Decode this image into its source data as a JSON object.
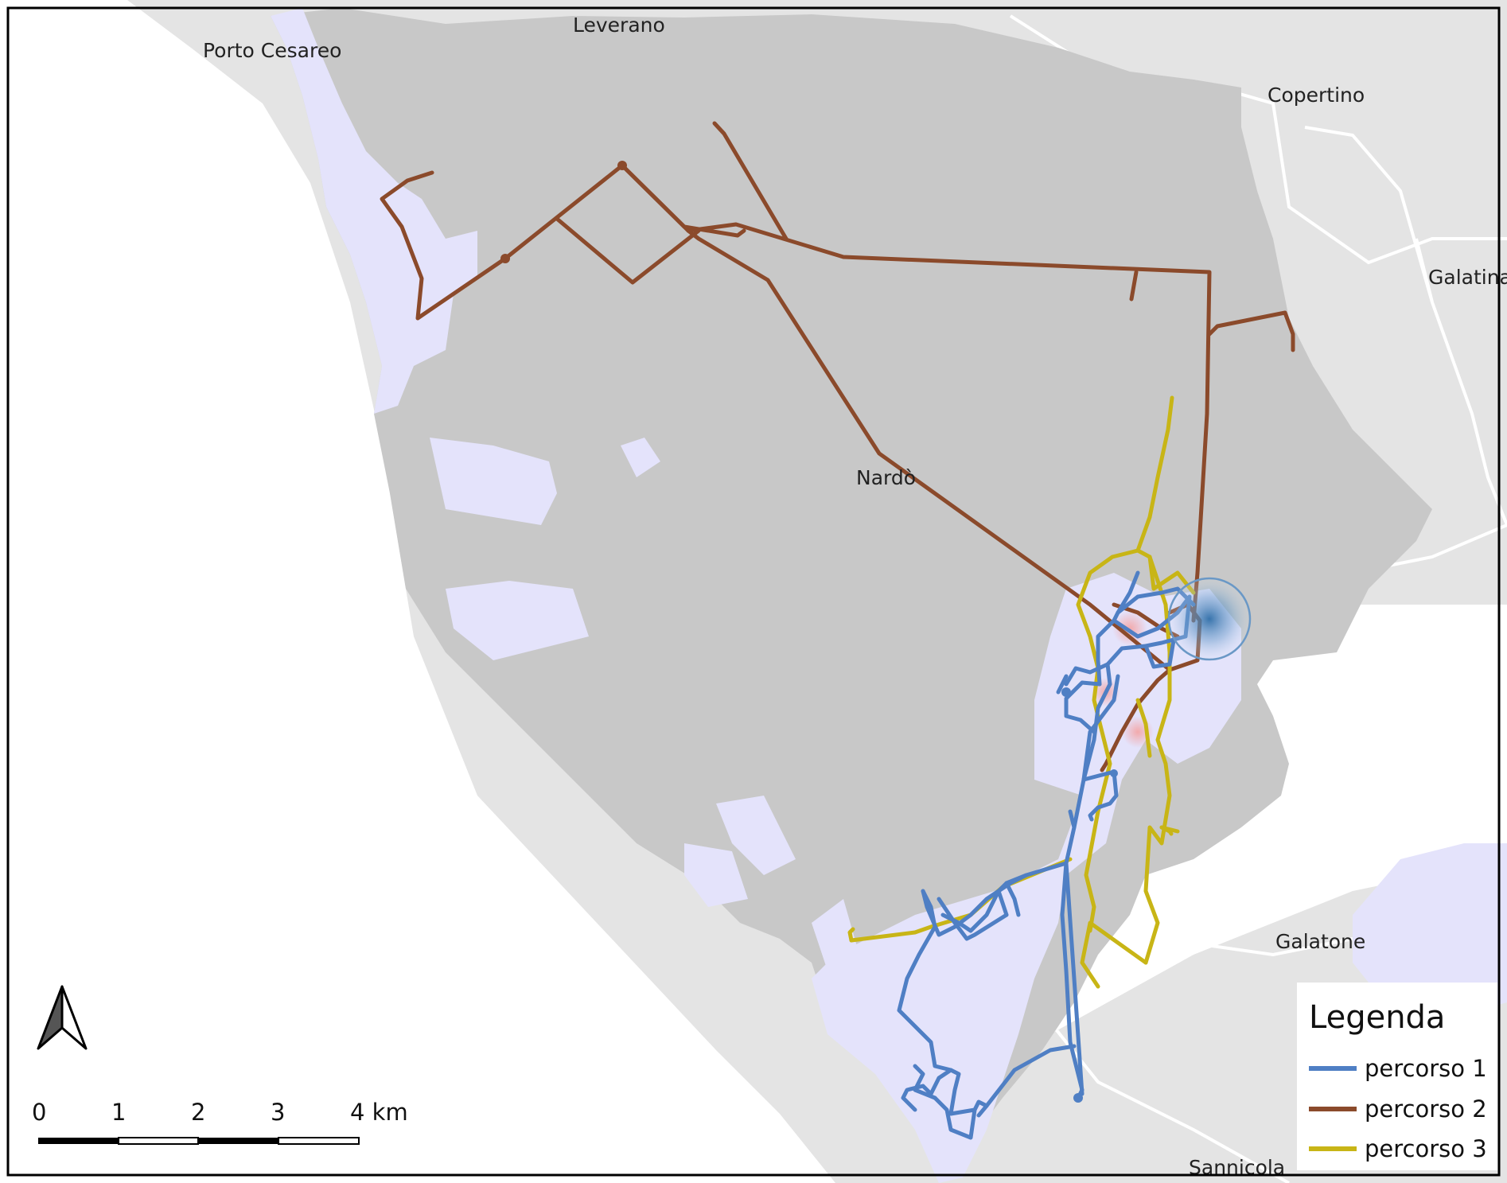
{
  "places": {
    "porto_cesareo": "Porto Cesareo",
    "leverano": "Leverano",
    "copertino": "Copertino",
    "galatina": "Galatina",
    "nardo": "Nardò",
    "galatone": "Galatone",
    "sannicola": "Sannicola"
  },
  "scale_bar": {
    "ticks": [
      "0",
      "1",
      "2",
      "3",
      "4 km"
    ]
  },
  "legend": {
    "title": "Legenda",
    "items": [
      {
        "label": "percorso 1",
        "color": "#4f7fc4"
      },
      {
        "label": "percorso 2",
        "color": "#8b4a2b"
      },
      {
        "label": "percorso 3",
        "color": "#c8b516"
      }
    ]
  },
  "colors": {
    "sea": "#ffffff",
    "municipality_nardo": "#c8c8c8",
    "neighbor_municipality": "#e4e4e4",
    "urban_area": "#e4e3fb",
    "frame": "#000000"
  },
  "icons": {
    "north_arrow": "north-arrow-icon",
    "position_marker": "location-marker-icon"
  }
}
